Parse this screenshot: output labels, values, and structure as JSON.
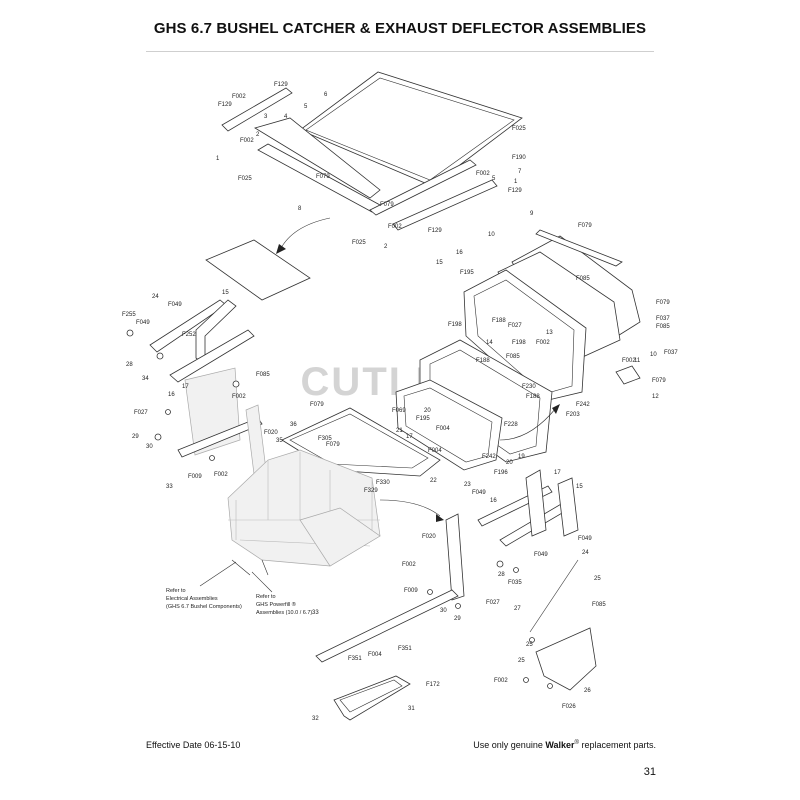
{
  "page": {
    "title": "GHS 6.7 BUSHEL CATCHER & EXHAUST DEFLECTOR ASSEMBLIES",
    "effective_date": "Effective Date 06-15-10",
    "notice_prefix": "Use only genuine ",
    "notice_brand": "Walker",
    "notice_reg": "®",
    "notice_suffix": " replacement parts.",
    "page_number": "31",
    "watermark": "CUTLERS"
  },
  "references": {
    "electrical": [
      "Refer to",
      "Electrical Assemblies",
      "(GHS 6.7 Bushel Components)"
    ],
    "powerfill": [
      "Refer to",
      "GHS Powerfill ®",
      "Assemblies (10.0 / 6.7)"
    ]
  },
  "labels": {
    "F129": "F129",
    "F002": "F002",
    "F025": "F025",
    "F190": "F190",
    "F079": "F079",
    "F049": "F049",
    "F255": "F255",
    "F252": "F252",
    "F085": "F085",
    "F027": "F027",
    "F009": "F009",
    "F020": "F020",
    "F195": "F195",
    "F198": "F198",
    "F188": "F188",
    "F037": "F037",
    "F069": "F069",
    "F004": "F004",
    "F230": "F230",
    "F242": "F242",
    "F203": "F203",
    "F228": "F228",
    "F196": "F196",
    "F305": "F305",
    "F330": "F330",
    "F329": "F329",
    "F035": "F035",
    "F351": "F351",
    "F172": "F172",
    "F026": "F026",
    "n1": "1",
    "n2": "2",
    "n3": "3",
    "n4": "4",
    "n5": "5",
    "n6": "6",
    "n7": "7",
    "n8": "8",
    "n9": "9",
    "n10": "10",
    "n11": "11",
    "n12": "12",
    "n13": "13",
    "n14": "14",
    "n15": "15",
    "n16": "16",
    "n17": "17",
    "n19": "19",
    "n20": "20",
    "n21": "21",
    "n22": "22",
    "n23": "23",
    "n24": "24",
    "n25": "25",
    "n26": "26",
    "n27": "27",
    "n28": "28",
    "n29": "29",
    "n30": "30",
    "n31": "31",
    "n32": "32",
    "n33": "33",
    "n34": "34",
    "n35": "35",
    "n36": "36"
  }
}
